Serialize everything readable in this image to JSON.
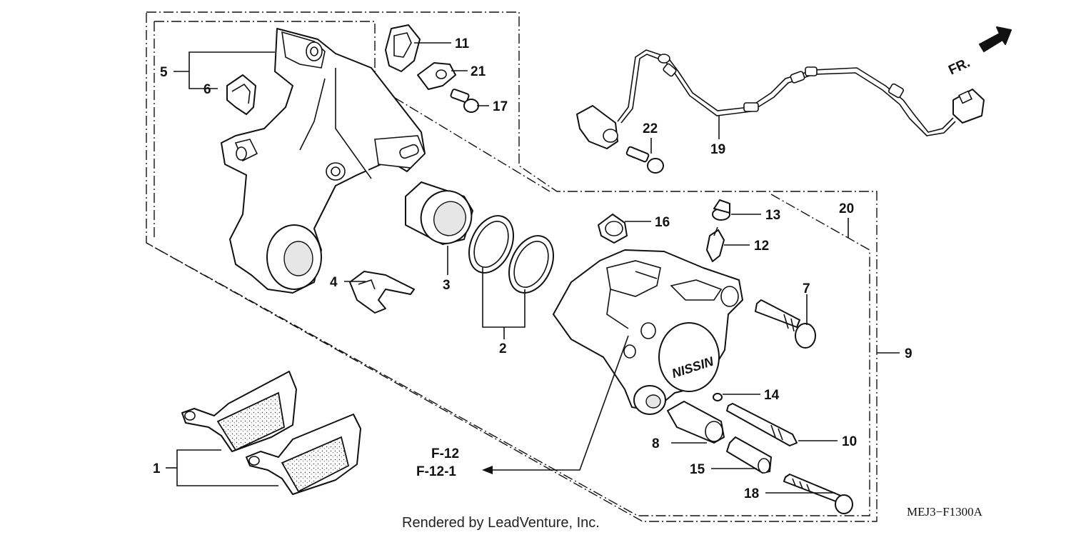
{
  "diagram_code": "MEJ3−F1300A",
  "credit": "Rendered by LeadVenture, Inc.",
  "direction": "FR.",
  "logo_text": "NISSIN",
  "references": [
    "F-12",
    "F-12-1"
  ],
  "callouts": [
    {
      "id": "c1",
      "label": "1"
    },
    {
      "id": "c2",
      "label": "2"
    },
    {
      "id": "c3",
      "label": "3"
    },
    {
      "id": "c4",
      "label": "4"
    },
    {
      "id": "c5",
      "label": "5"
    },
    {
      "id": "c6",
      "label": "6"
    },
    {
      "id": "c7",
      "label": "7"
    },
    {
      "id": "c8",
      "label": "8"
    },
    {
      "id": "c9",
      "label": "9"
    },
    {
      "id": "c10",
      "label": "10"
    },
    {
      "id": "c11",
      "label": "11"
    },
    {
      "id": "c12",
      "label": "12"
    },
    {
      "id": "c13",
      "label": "13"
    },
    {
      "id": "c14",
      "label": "14"
    },
    {
      "id": "c15",
      "label": "15"
    },
    {
      "id": "c16",
      "label": "16"
    },
    {
      "id": "c17",
      "label": "17"
    },
    {
      "id": "c18",
      "label": "18"
    },
    {
      "id": "c19",
      "label": "19"
    },
    {
      "id": "c20",
      "label": "20"
    },
    {
      "id": "c21",
      "label": "21"
    },
    {
      "id": "c22",
      "label": "22"
    }
  ]
}
